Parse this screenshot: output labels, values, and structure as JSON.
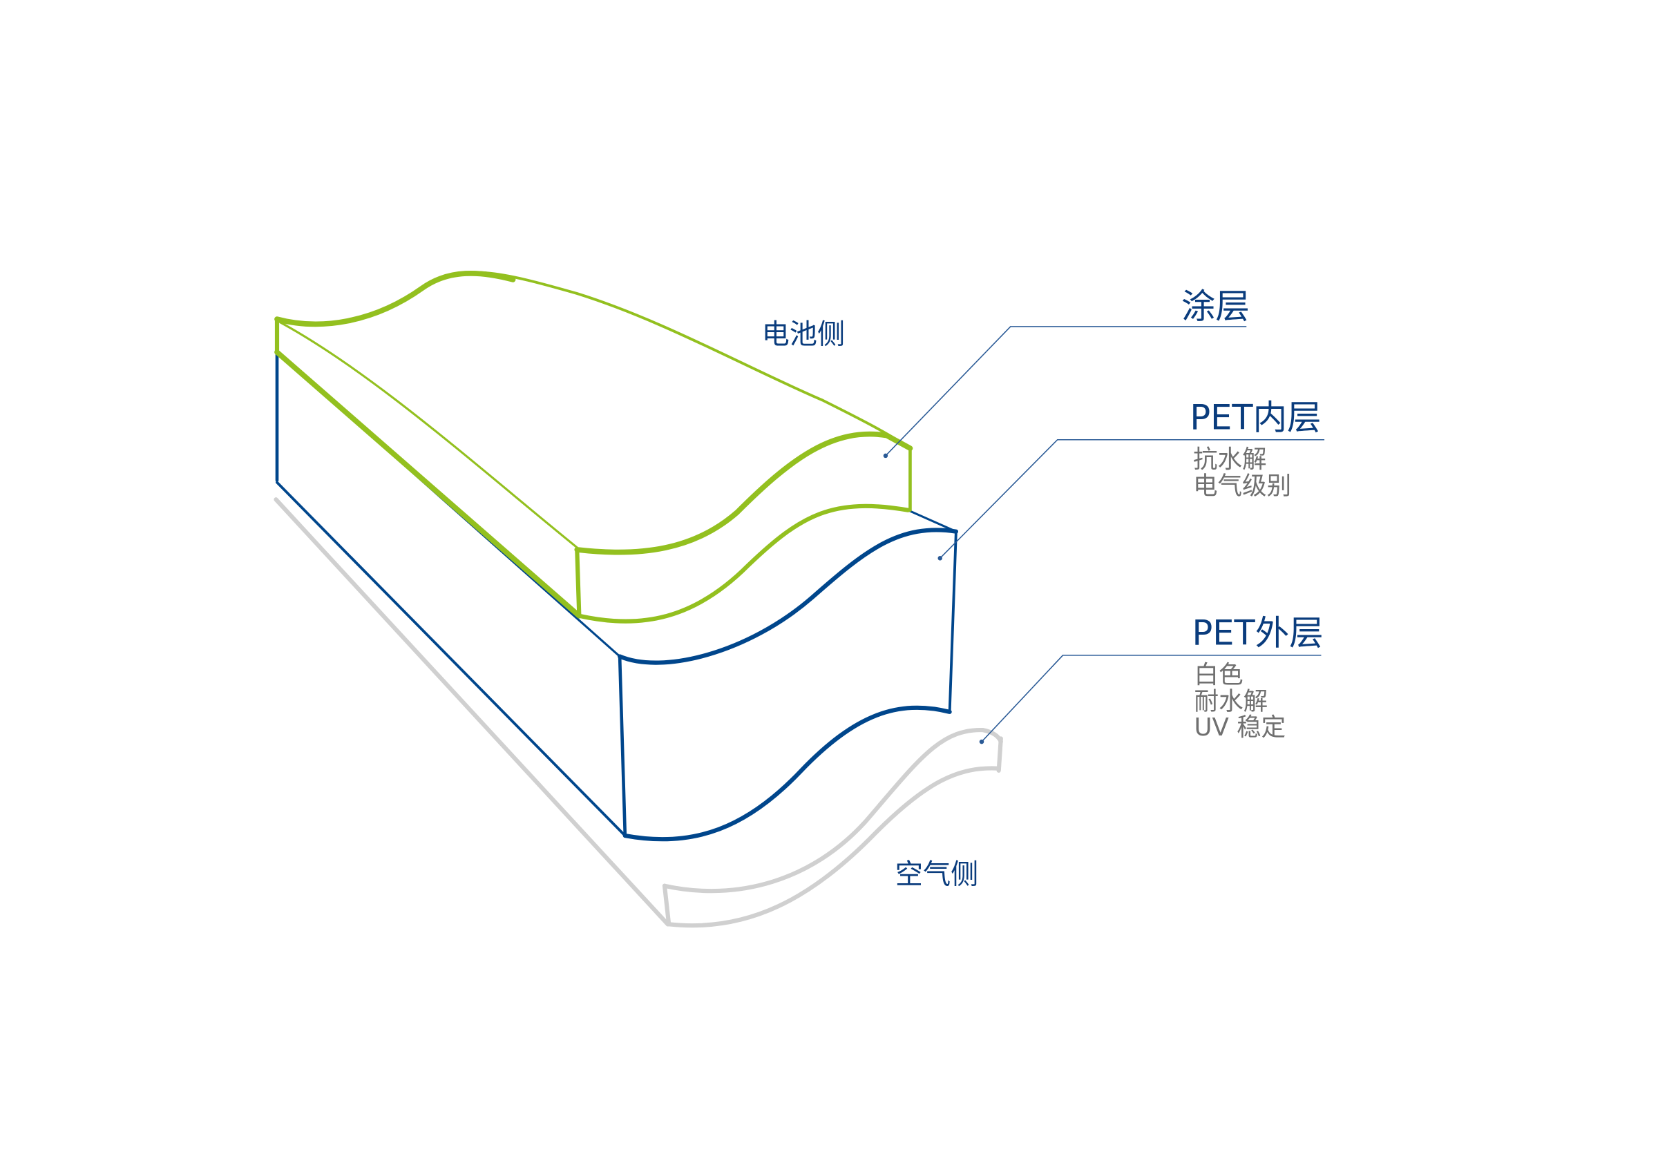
{
  "colors": {
    "coating": "#93c01f",
    "pet_inner": "#00468c",
    "pet_outer": "#d0d0d0",
    "label": "#0a3c7d",
    "sublabel": "#707070"
  },
  "labels": {
    "battery_side": "电池侧",
    "air_side": "空气侧",
    "coating": {
      "title": "涂层"
    },
    "pet_inner": {
      "title": "PET内层",
      "properties": [
        "抗水解",
        "电气级别"
      ]
    },
    "pet_outer": {
      "title": "PET外层",
      "properties": [
        "白色",
        "耐水解",
        "UV 稳定"
      ]
    }
  }
}
